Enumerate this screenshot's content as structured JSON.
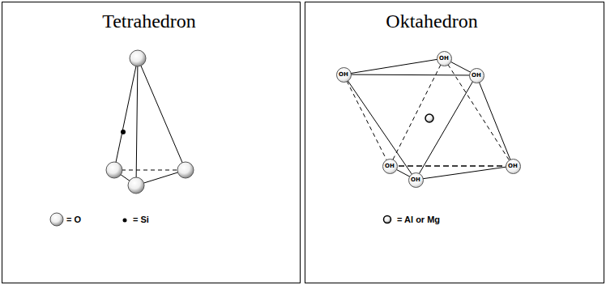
{
  "diagram": {
    "nodes": [
      {
        "text": [
          "Tetrahedron"
        ]
      },
      {
        "text": [
          "Oktahedron"
        ]
      },
      {
        "text": [
          "OH"
        ],
        "in": 1
      },
      {
        "text": [
          "OH"
        ],
        "in": 1
      },
      {
        "text": [
          "OH"
        ],
        "in": 1
      },
      {
        "text": [
          "OH"
        ],
        "in": 1
      },
      {
        "text": [
          "OH"
        ],
        "in": 1
      },
      {
        "text": [
          "OH"
        ],
        "in": 1
      }
    ],
    "legend": [
      {
        "text": "= O"
      },
      {
        "text": "= Si"
      },
      {
        "text": "= Al or Mg"
      }
    ]
  }
}
